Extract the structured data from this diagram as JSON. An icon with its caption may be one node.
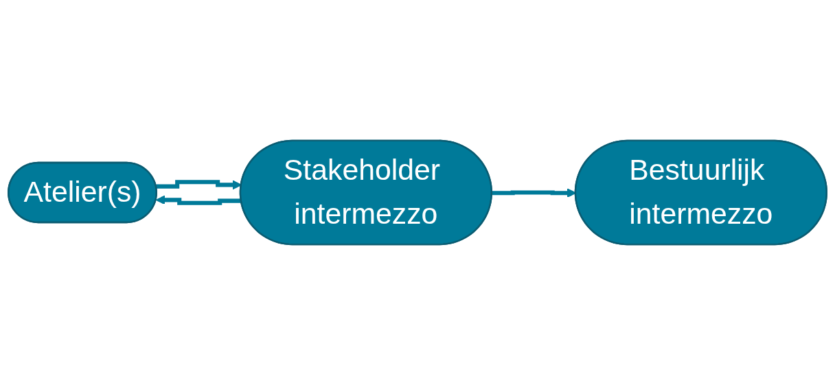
{
  "diagram": {
    "nodes": [
      {
        "text": [
          "Atelier(s)"
        ]
      },
      {
        "text": [
          "Stakeholder intermezzo"
        ]
      },
      {
        "text": [
          "Bestuurlijk intermezzo"
        ]
      }
    ],
    "edges": [
      {
        "from": 0,
        "to": 1,
        "arrow": "to"
      },
      {
        "from": 1,
        "to": 0,
        "arrow": "to"
      },
      {
        "from": 1,
        "to": 2,
        "arrow": "to"
      }
    ]
  }
}
